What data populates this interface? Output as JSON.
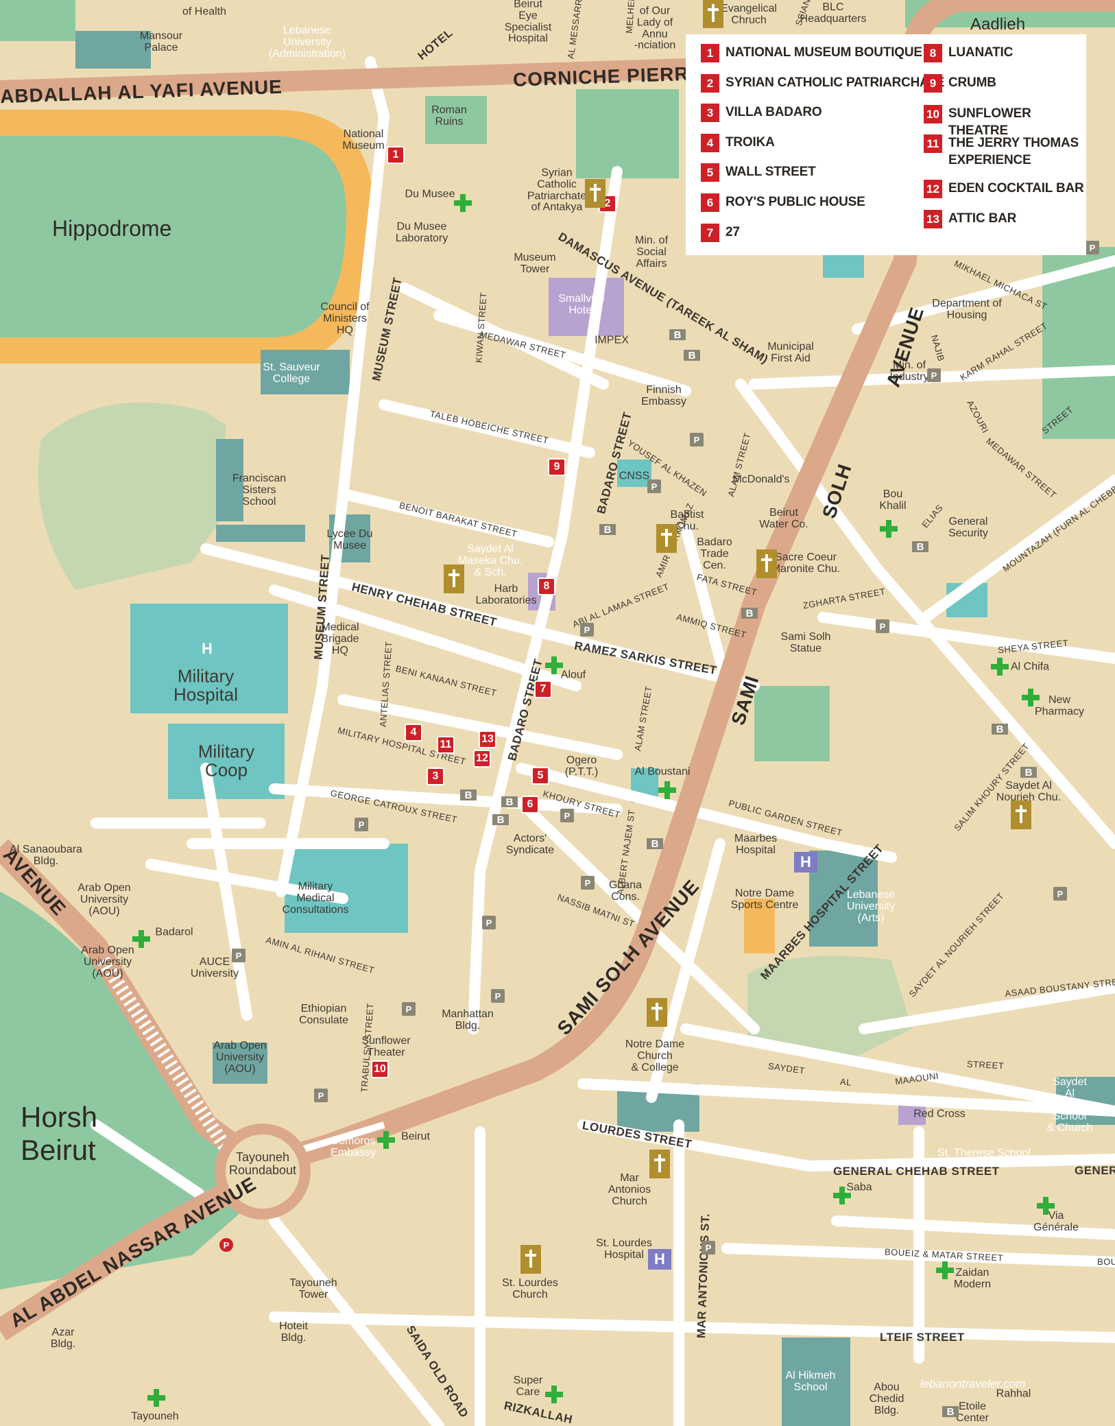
{
  "map": {
    "legend": [
      {
        "num": "1",
        "name": "NATIONAL MUSEUM BOUTIQUE"
      },
      {
        "num": "2",
        "name": "SYRIAN CATHOLIC PATRIARCHATE"
      },
      {
        "num": "3",
        "name": "VILLA BADARO"
      },
      {
        "num": "4",
        "name": "TROIKA"
      },
      {
        "num": "5",
        "name": "WALL STREET"
      },
      {
        "num": "6",
        "name": "ROY'S PUBLIC HOUSE"
      },
      {
        "num": "7",
        "name": "27"
      },
      {
        "num": "8",
        "name": "LUANATIC"
      },
      {
        "num": "9",
        "name": "CRUMB"
      },
      {
        "num": "10",
        "name": "SUNFLOWER THEATRE"
      },
      {
        "num": "11",
        "name": "THE JERRY THOMAS\nEXPERIENCE"
      },
      {
        "num": "12",
        "name": "EDEN COCKTAIL BAR"
      },
      {
        "num": "13",
        "name": "ATTIC BAR"
      }
    ],
    "areas": [
      {
        "id": "hippodrome",
        "text": "Hippodrome"
      },
      {
        "id": "horsh",
        "text": "Horsh\nBeirut"
      },
      {
        "id": "aadlieh",
        "text": "Aadlieh"
      }
    ],
    "streets": [
      {
        "id": "abdallah",
        "text": "ABDALLAH AL YAFI AVENUE"
      },
      {
        "id": "corniche",
        "text": "CORNICHE PIERRE"
      },
      {
        "id": "damascus",
        "text": "DAMASCUS AVENUE (TAREEK AL SHAM)"
      },
      {
        "id": "museum1",
        "text": "MUSEUM STREET"
      },
      {
        "id": "museum2",
        "text": "MUSEUM STREET"
      },
      {
        "id": "badaro1",
        "text": "BADARO STREET"
      },
      {
        "id": "badaro2",
        "text": "BADARO STREET"
      },
      {
        "id": "henry",
        "text": "HENRY CHEHAB STREET"
      },
      {
        "id": "ramez",
        "text": "RAMEZ SARKIS STREET"
      },
      {
        "id": "samisolh1",
        "text": "SAMI SOLH AVENUE"
      },
      {
        "id": "samisolh2",
        "text": "SAMI"
      },
      {
        "id": "samisolh3",
        "text": "SOLH"
      },
      {
        "id": "avenue",
        "text": "AVENUE"
      },
      {
        "id": "nassar",
        "text": "AL ABDEL NASSAR AVENUE"
      },
      {
        "id": "avenue_left",
        "text": "AVENUE"
      },
      {
        "id": "lourdes",
        "text": "LOURDES STREET"
      },
      {
        "id": "genchehab",
        "text": "GENERAL CHEHAB STREET"
      },
      {
        "id": "gener",
        "text": "GENER"
      },
      {
        "id": "lteif",
        "text": "LTEIF STREET"
      },
      {
        "id": "maarbes",
        "text": "MAARBES HOSPITAL STREET"
      },
      {
        "id": "marantonious",
        "text": "MAR ANTONIOUS ST."
      },
      {
        "id": "rizkallah",
        "text": "RIZKALLAH"
      },
      {
        "id": "saida",
        "text": "SAIDA OLD ROAD"
      },
      {
        "id": "hotel",
        "text": "HOTEL"
      },
      {
        "id": "medawar",
        "text": "MEDAWAR STREET"
      },
      {
        "id": "taleb",
        "text": "TALEB HOBEICHE STREET"
      },
      {
        "id": "benoit",
        "text": "BENOIT BARAKAT STREET"
      },
      {
        "id": "benikanaan",
        "text": "BENI KANAAN STREET"
      },
      {
        "id": "milhosp",
        "text": "MILITARY HOSPITAL STREET"
      },
      {
        "id": "catroux",
        "text": "GEORGE CATROUX STREET"
      },
      {
        "id": "khoury",
        "text": "KHOURY STREET"
      },
      {
        "id": "aminrihani",
        "text": "AMIN AL RIHANI STREET"
      },
      {
        "id": "publicgarden",
        "text": "PUBLIC GARDEN STREET"
      },
      {
        "id": "fata",
        "text": "FATA STREET"
      },
      {
        "id": "ammo",
        "text": "AMMIQ STREET"
      },
      {
        "id": "zgharta",
        "text": "ZGHARTA STREET"
      },
      {
        "id": "sheya",
        "text": "SHEYA STREET"
      },
      {
        "id": "asaad",
        "text": "ASAAD BOUSTANY STREE"
      },
      {
        "id": "boueiz",
        "text": "BOUEIZ & MATAR STREET"
      },
      {
        "id": "bou_r",
        "text": "BOU"
      },
      {
        "id": "saydet",
        "text": "SAYDET"
      },
      {
        "id": "al",
        "text": "AL"
      },
      {
        "id": "maaouni",
        "text": "MAAOUNI"
      },
      {
        "id": "street_s",
        "text": "STREET"
      },
      {
        "id": "alam1",
        "text": "ALAM STREET"
      },
      {
        "id": "alam2",
        "text": "ALAM STREET"
      },
      {
        "id": "yousef",
        "text": "YOUSEF AL KHAZEN"
      },
      {
        "id": "amirkork",
        "text": "AMIR KORKOMAZ"
      },
      {
        "id": "abilamaa",
        "text": "ABI AL LAMAA STREET"
      },
      {
        "id": "kiwan",
        "text": "KIWAN STREET"
      },
      {
        "id": "antelias",
        "text": "ANTELIAS STREET"
      },
      {
        "id": "trabulsy",
        "text": "TRABULSY STREET"
      },
      {
        "id": "albertnajem",
        "text": "ALBERT NAJEM ST"
      },
      {
        "id": "nassib",
        "text": "NASSIB MATNI ST"
      },
      {
        "id": "karmrahal",
        "text": "KARM RAHAL STREET"
      },
      {
        "id": "mikhael",
        "text": "MIKHAEL MICHACA ST"
      },
      {
        "id": "mountazah",
        "text": "MOUNTAZAH (FURN AL CHEBBAK) ST"
      },
      {
        "id": "medawar2",
        "text": "MEDAWAR STREET"
      },
      {
        "id": "elias",
        "text": "ELIAS"
      },
      {
        "id": "azouri",
        "text": "AZOURI"
      },
      {
        "id": "najib",
        "text": "NAJIB"
      },
      {
        "id": "street_r",
        "text": "STREET"
      },
      {
        "id": "salimkhoury",
        "text": "SALIM KHOURY STREET"
      },
      {
        "id": "saydetnouriyeh",
        "text": "SAYDET AL NOURIEH STREET"
      },
      {
        "id": "almessarra",
        "text": "AL MESSARRA"
      },
      {
        "id": "melhem",
        "text": "MELHEM"
      },
      {
        "id": "ssiana",
        "text": "SSIAN"
      }
    ],
    "places": [
      {
        "id": "health",
        "text": "of Health"
      },
      {
        "id": "mansour",
        "text": "Mansour\nPalace"
      },
      {
        "id": "lebuniadmin",
        "text": "Lebanese\nUniversity\n(Administration)"
      },
      {
        "id": "beiruteye",
        "text": "Beirut\nEye\nSpecialist\nHospital"
      },
      {
        "id": "ourlady",
        "text": "of Our\nLady of\nAnnu\n-nciation"
      },
      {
        "id": "evangelical",
        "text": "Evangelical\nChruch"
      },
      {
        "id": "blc",
        "text": "BLC\nHeadquarters"
      },
      {
        "id": "roman",
        "text": "Roman\nRuins"
      },
      {
        "id": "natmuseum",
        "text": "National\nMuseum"
      },
      {
        "id": "dumusee",
        "text": "Du Musee"
      },
      {
        "id": "dumuseelab",
        "text": "Du Musee\nLaboratory"
      },
      {
        "id": "syrianpat",
        "text": "Syrian\nCatholic\nPatriarchate\nof Antakya"
      },
      {
        "id": "museumtower",
        "text": "Museum\nTower"
      },
      {
        "id": "minsocial",
        "text": "Min. of\nSocial\nAffairs"
      },
      {
        "id": "smallville",
        "text": "Smallville\nHotel"
      },
      {
        "id": "impex",
        "text": "IMPEX"
      },
      {
        "id": "council",
        "text": "Council of\nMinisters\nHQ"
      },
      {
        "id": "stsauveur",
        "text": "St. Sauveur\nCollege"
      },
      {
        "id": "finnish",
        "text": "Finnish\nEmbassy"
      },
      {
        "id": "municipal",
        "text": "Municipal\nFirst Aid"
      },
      {
        "id": "mindustry",
        "text": "Min. of\nIndustry"
      },
      {
        "id": "depthousing",
        "text": "Department of\nHousing"
      },
      {
        "id": "cnss",
        "text": "CNSS"
      },
      {
        "id": "mcdonalds",
        "text": "McDonald's"
      },
      {
        "id": "beirutwater",
        "text": "Beirut\nWater Co."
      },
      {
        "id": "boukhalil",
        "text": "Bou\nKhalil"
      },
      {
        "id": "gensecurity",
        "text": "General\nSecurity"
      },
      {
        "id": "franciscan",
        "text": "Franciscan\nSisters\nSchool"
      },
      {
        "id": "lyceedumusee",
        "text": "Lycee Du\nMusee"
      },
      {
        "id": "saydetmaseka",
        "text": "Saydet Al\nMaseka Chu.\n& Sch."
      },
      {
        "id": "harblab",
        "text": "Harb\nLaboratories"
      },
      {
        "id": "baptist",
        "text": "Baptist\nChu."
      },
      {
        "id": "badarotrade",
        "text": "Badaro\nTrade\nCen."
      },
      {
        "id": "sacrecoeur",
        "text": "Sacre Coeur\nMaronite Chu."
      },
      {
        "id": "samisolhstatue",
        "text": "Sami Solh\nStatue"
      },
      {
        "id": "medbrigade",
        "text": "Medical\nBrigade\nHQ"
      },
      {
        "id": "militaryhosp",
        "text": "Military\nHospital"
      },
      {
        "id": "alouf",
        "text": "Alouf"
      },
      {
        "id": "alchifa",
        "text": "Al Chifa"
      },
      {
        "id": "newpharmacy",
        "text": "New\nPharmacy"
      },
      {
        "id": "militarycoop",
        "text": "Military\nCoop"
      },
      {
        "id": "ogero",
        "text": "Ogero\n(P.T.T.)"
      },
      {
        "id": "alboustani",
        "text": "Al Boustani"
      },
      {
        "id": "saydetnourieh",
        "text": "Saydet Al\nNourieh Chu."
      },
      {
        "id": "actors",
        "text": "Actors'\nSyndicate"
      },
      {
        "id": "maarbeshosp",
        "text": "Maarbes\nHospital"
      },
      {
        "id": "ghana",
        "text": "Ghana\nCons."
      },
      {
        "id": "notredamesports",
        "text": "Notre Dame\nSports Centre"
      },
      {
        "id": "lebuniarts",
        "text": "Lebanese\nUniversity\n(Arts)"
      },
      {
        "id": "sanaoubara",
        "text": "Al Sanaoubara\nBldg."
      },
      {
        "id": "arabopen1",
        "text": "Arab Open\nUniversity\n(AOU)"
      },
      {
        "id": "militarymed",
        "text": "Military\nMedical\nConsultations"
      },
      {
        "id": "arabopen2",
        "text": "Arab Open\nUniversity\n(AOU)"
      },
      {
        "id": "badarol",
        "text": "Badarol"
      },
      {
        "id": "auce",
        "text": "AUCE\nUniversity"
      },
      {
        "id": "ethiopian",
        "text": "Ethiopian\nConsulate"
      },
      {
        "id": "manhattan",
        "text": "Manhattan\nBldg."
      },
      {
        "id": "notredamechurch",
        "text": "Notre Dame\nChurch\n& College"
      },
      {
        "id": "arabopen3",
        "text": "Arab Open\nUniversity\n(AOU)"
      },
      {
        "id": "sunflower",
        "text": "Sunflower\nTheater"
      },
      {
        "id": "redcross",
        "text": "Red Cross"
      },
      {
        "id": "saydetmaounah",
        "text": "Saydet Al Maounah\nSchool\n& Church"
      },
      {
        "id": "tayouneh",
        "text": "Tayouneh\nRoundabout"
      },
      {
        "id": "comoros",
        "text": "Comoros\nEmbassy"
      },
      {
        "id": "beirutph",
        "text": "Beirut"
      },
      {
        "id": "mar",
        "text": "Mar\nAntonios\nChurch"
      },
      {
        "id": "sttherese",
        "text": "St. Therese School"
      },
      {
        "id": "saba",
        "text": "Saba"
      },
      {
        "id": "viagenerale",
        "text": "Via\nGénérale"
      },
      {
        "id": "zaidan",
        "text": "Zaidan\nModern"
      },
      {
        "id": "stlourdeshosp",
        "text": "St. Lourdes\nHospital"
      },
      {
        "id": "stlourdeschurch",
        "text": "St. Lourdes\nChurch"
      },
      {
        "id": "tayounehtower",
        "text": "Tayouneh\nTower"
      },
      {
        "id": "hoteit",
        "text": "Hoteit\nBldg."
      },
      {
        "id": "azar",
        "text": "Azar\nBldg."
      },
      {
        "id": "tayounehb",
        "text": "Tayouneh"
      },
      {
        "id": "supercare",
        "text": "Super\nCare"
      },
      {
        "id": "alhikmeh",
        "text": "Al Hikmeh\nSchool"
      },
      {
        "id": "abouchedid",
        "text": "Abou\nChedid\nBldg."
      },
      {
        "id": "rahhal",
        "text": "Rahhal"
      },
      {
        "id": "etoile",
        "text": "Etoile\nCenter"
      }
    ],
    "credit": "lebanontraveler.com"
  }
}
